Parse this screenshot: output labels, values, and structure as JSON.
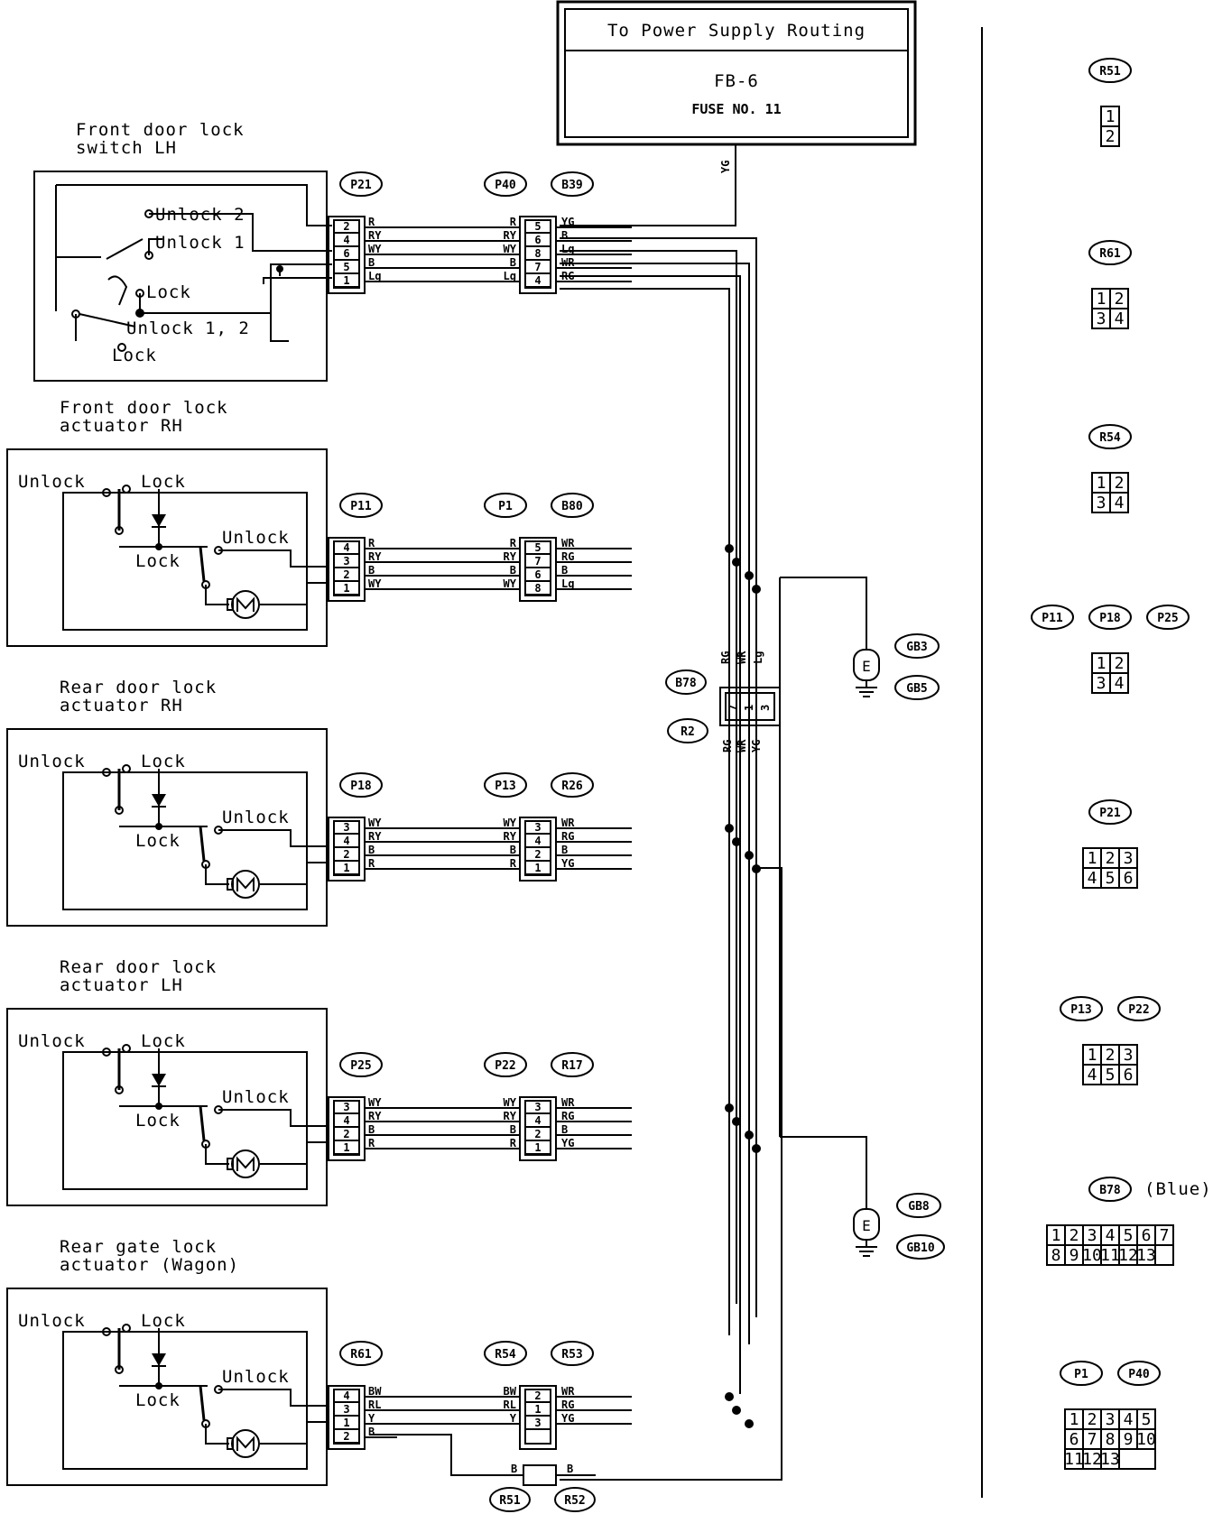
{
  "power": {
    "title": "To Power Supply Routing",
    "fb": "FB-6",
    "fuse": "FUSE NO. 11",
    "wire": "YG"
  },
  "components": [
    {
      "l1": "Front door lock",
      "l2": "switch LH",
      "sw_unlock2": "Unlock 2",
      "sw_unlock1": "Unlock 1",
      "sw_lock_a": "Lock",
      "sw_unlock12": "Unlock 1, 2",
      "sw_lock_b": "Lock"
    },
    {
      "l1": "Front door lock",
      "l2": "actuator RH"
    },
    {
      "l1": "Rear door lock",
      "l2": "actuator RH"
    },
    {
      "l1": "Rear door lock",
      "l2": "actuator LH"
    },
    {
      "l1": "Rear gate lock",
      "l2": "actuator (Wagon)"
    }
  ],
  "actuator_labels": {
    "unlock": "Unlock",
    "lock": "Lock",
    "unlock_r": "Unlock",
    "lock_b": "Lock"
  },
  "rows": [
    {
      "c1": "P21",
      "c2": "P40",
      "c3": "B39",
      "pins1": [
        "2",
        "4",
        "6",
        "5",
        "1"
      ],
      "wl": [
        "R",
        "RY",
        "WY",
        "B",
        "Lg"
      ],
      "wm": [
        "R",
        "RY",
        "WY",
        "B",
        "Lg"
      ],
      "pins2": [
        "5",
        "6",
        "8",
        "7",
        "4"
      ],
      "wr": [
        "YG",
        "B",
        "Lg",
        "WR",
        "RG"
      ]
    },
    {
      "c1": "P11",
      "c2": "P1",
      "c3": "B80",
      "pins1": [
        "4",
        "3",
        "2",
        "1"
      ],
      "wl": [
        "R",
        "RY",
        "B",
        "WY"
      ],
      "wm": [
        "R",
        "RY",
        "B",
        "WY"
      ],
      "pins2": [
        "5",
        "7",
        "6",
        "8"
      ],
      "wr": [
        "WR",
        "RG",
        "B",
        "Lg"
      ]
    },
    {
      "c1": "P18",
      "c2": "P13",
      "c3": "R26",
      "pins1": [
        "3",
        "4",
        "2",
        "1"
      ],
      "wl": [
        "WY",
        "RY",
        "B",
        "R"
      ],
      "wm": [
        "WY",
        "RY",
        "B",
        "R"
      ],
      "pins2": [
        "3",
        "4",
        "2",
        "1"
      ],
      "wr": [
        "WR",
        "RG",
        "B",
        "YG"
      ]
    },
    {
      "c1": "P25",
      "c2": "P22",
      "c3": "R17",
      "pins1": [
        "3",
        "4",
        "2",
        "1"
      ],
      "wl": [
        "WY",
        "RY",
        "B",
        "R"
      ],
      "wm": [
        "WY",
        "RY",
        "B",
        "R"
      ],
      "pins2": [
        "3",
        "4",
        "2",
        "1"
      ],
      "wr": [
        "WR",
        "RG",
        "B",
        "YG"
      ]
    },
    {
      "c1": "R61",
      "c2": "R54",
      "c3": "R53",
      "pins1": [
        "4",
        "3",
        "1",
        "2"
      ],
      "wl": [
        "BW",
        "RL",
        "Y",
        "B"
      ],
      "wm": [
        "BW",
        "RL",
        "Y"
      ],
      "pins2": [
        "2",
        "1",
        "3"
      ],
      "wr": [
        "WR",
        "RG",
        "YG"
      ]
    }
  ],
  "grounds": [
    {
      "a": "GB3",
      "b": "GB5",
      "e": "E"
    },
    {
      "a": "GB8",
      "b": "GB10",
      "e": "E"
    }
  ],
  "b78": {
    "c1": "B78",
    "c2": "R2",
    "top": [
      "RG",
      "WR",
      "Lg"
    ],
    "pins": [
      "7",
      "1",
      "3"
    ],
    "bot": [
      "RG",
      "WR",
      "YG"
    ]
  },
  "r51": {
    "c1": "R51",
    "c2": "R52",
    "wl": "B",
    "wr": "B"
  },
  "legend": [
    {
      "tags": [
        "R51"
      ],
      "cells": [
        "1",
        "2"
      ]
    },
    {
      "tags": [
        "R61"
      ],
      "cells": [
        "1",
        "2",
        "3",
        "4"
      ]
    },
    {
      "tags": [
        "R54"
      ],
      "cells": [
        "1",
        "2",
        "3",
        "4"
      ]
    },
    {
      "tags": [
        "P11",
        "P18",
        "P25"
      ],
      "cells": [
        "1",
        "2",
        "3",
        "4"
      ]
    },
    {
      "tags": [
        "P21"
      ],
      "cells": [
        "1",
        "2",
        "3",
        "4",
        "5",
        "6"
      ]
    },
    {
      "tags": [
        "P13",
        "P22"
      ],
      "cells": [
        "1",
        "2",
        "3",
        "4",
        "5",
        "6"
      ]
    },
    {
      "tags": [
        "B78"
      ],
      "note": "(Blue)",
      "cells": [
        "1",
        "2",
        "3",
        "4",
        "5",
        "6",
        "7",
        "8",
        "9",
        "10",
        "11",
        "12",
        "13"
      ]
    },
    {
      "tags": [
        "P1",
        "P40"
      ],
      "cells": [
        "1",
        "2",
        "3",
        "4",
        "5",
        "6",
        "7",
        "8",
        "9",
        "10",
        "11",
        "12",
        "13"
      ]
    }
  ]
}
